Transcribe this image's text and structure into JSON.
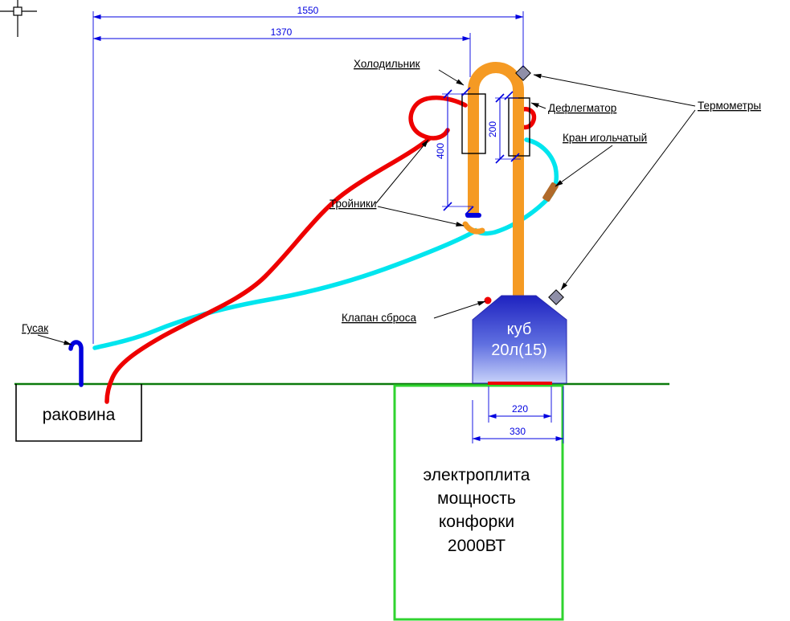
{
  "colors": {
    "dim": "#0000E0",
    "label": "#000000",
    "tube_orange": "#F59A23",
    "hose_red": "#EE0000",
    "hose_cyan": "#00E5EE",
    "gooseneck_blue": "#0000DD",
    "table_green": "#0B7A0B",
    "stove_green": "#2FD32F",
    "thermo_fill": "#8F8FA8",
    "valve_brown": "#B06A2A",
    "boiler_top": "#1E22C0",
    "boiler_mid": "#5F6FE0",
    "boiler_bottom": "#C8D2FA"
  },
  "dims": {
    "d1550": "1550",
    "d1370": "1370",
    "d400": "400",
    "d200": "200",
    "d220": "220",
    "d330": "330"
  },
  "labels": {
    "cooler": "Холодильник",
    "dephlegmator": "Дефлегматор",
    "thermometers": "Термометры",
    "needle_valve": "Кран игольчатый",
    "tees": "Тройники",
    "release_valve": "Клапан сброса",
    "goose": "Гусак",
    "sink": "раковина"
  },
  "boiler": {
    "line1": "куб",
    "line2": "20л(15)"
  },
  "stove": {
    "line1": "электроплита",
    "line2": "мощность",
    "line3": "конфорки",
    "line4": "2000ВТ"
  }
}
